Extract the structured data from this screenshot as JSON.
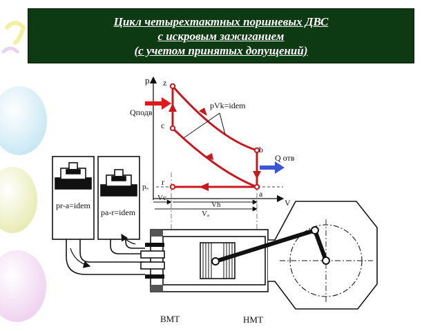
{
  "title": {
    "line1": "Цикл четырехтактных поршневых ДВС",
    "line2": "с искровым зажиганием",
    "line3": "(с учетом принятых допущений)"
  },
  "pv_diagram": {
    "p_axis": "p",
    "v_axis": "V",
    "points": {
      "z": "z",
      "c": "c",
      "b": "b",
      "r": "r",
      "a": "a"
    },
    "q_in": "Qподв",
    "q_out": "Q отв",
    "process_label": "pVk=idem",
    "p0": "pₒ",
    "vc": "Vc",
    "vh": "Vh",
    "va": "Vₐ"
  },
  "engine": {
    "exhaust_label": "pr-a=idem",
    "intake_label": "pa-r=idem",
    "tdc": "ВМТ",
    "bdc": "НМТ"
  },
  "colors": {
    "title_bg": "#0d3a12",
    "cycle": "#c8181e",
    "q_in_arrow": "#e01a1a",
    "q_out_arrow": "#3a55d6",
    "lines": "#111111"
  }
}
